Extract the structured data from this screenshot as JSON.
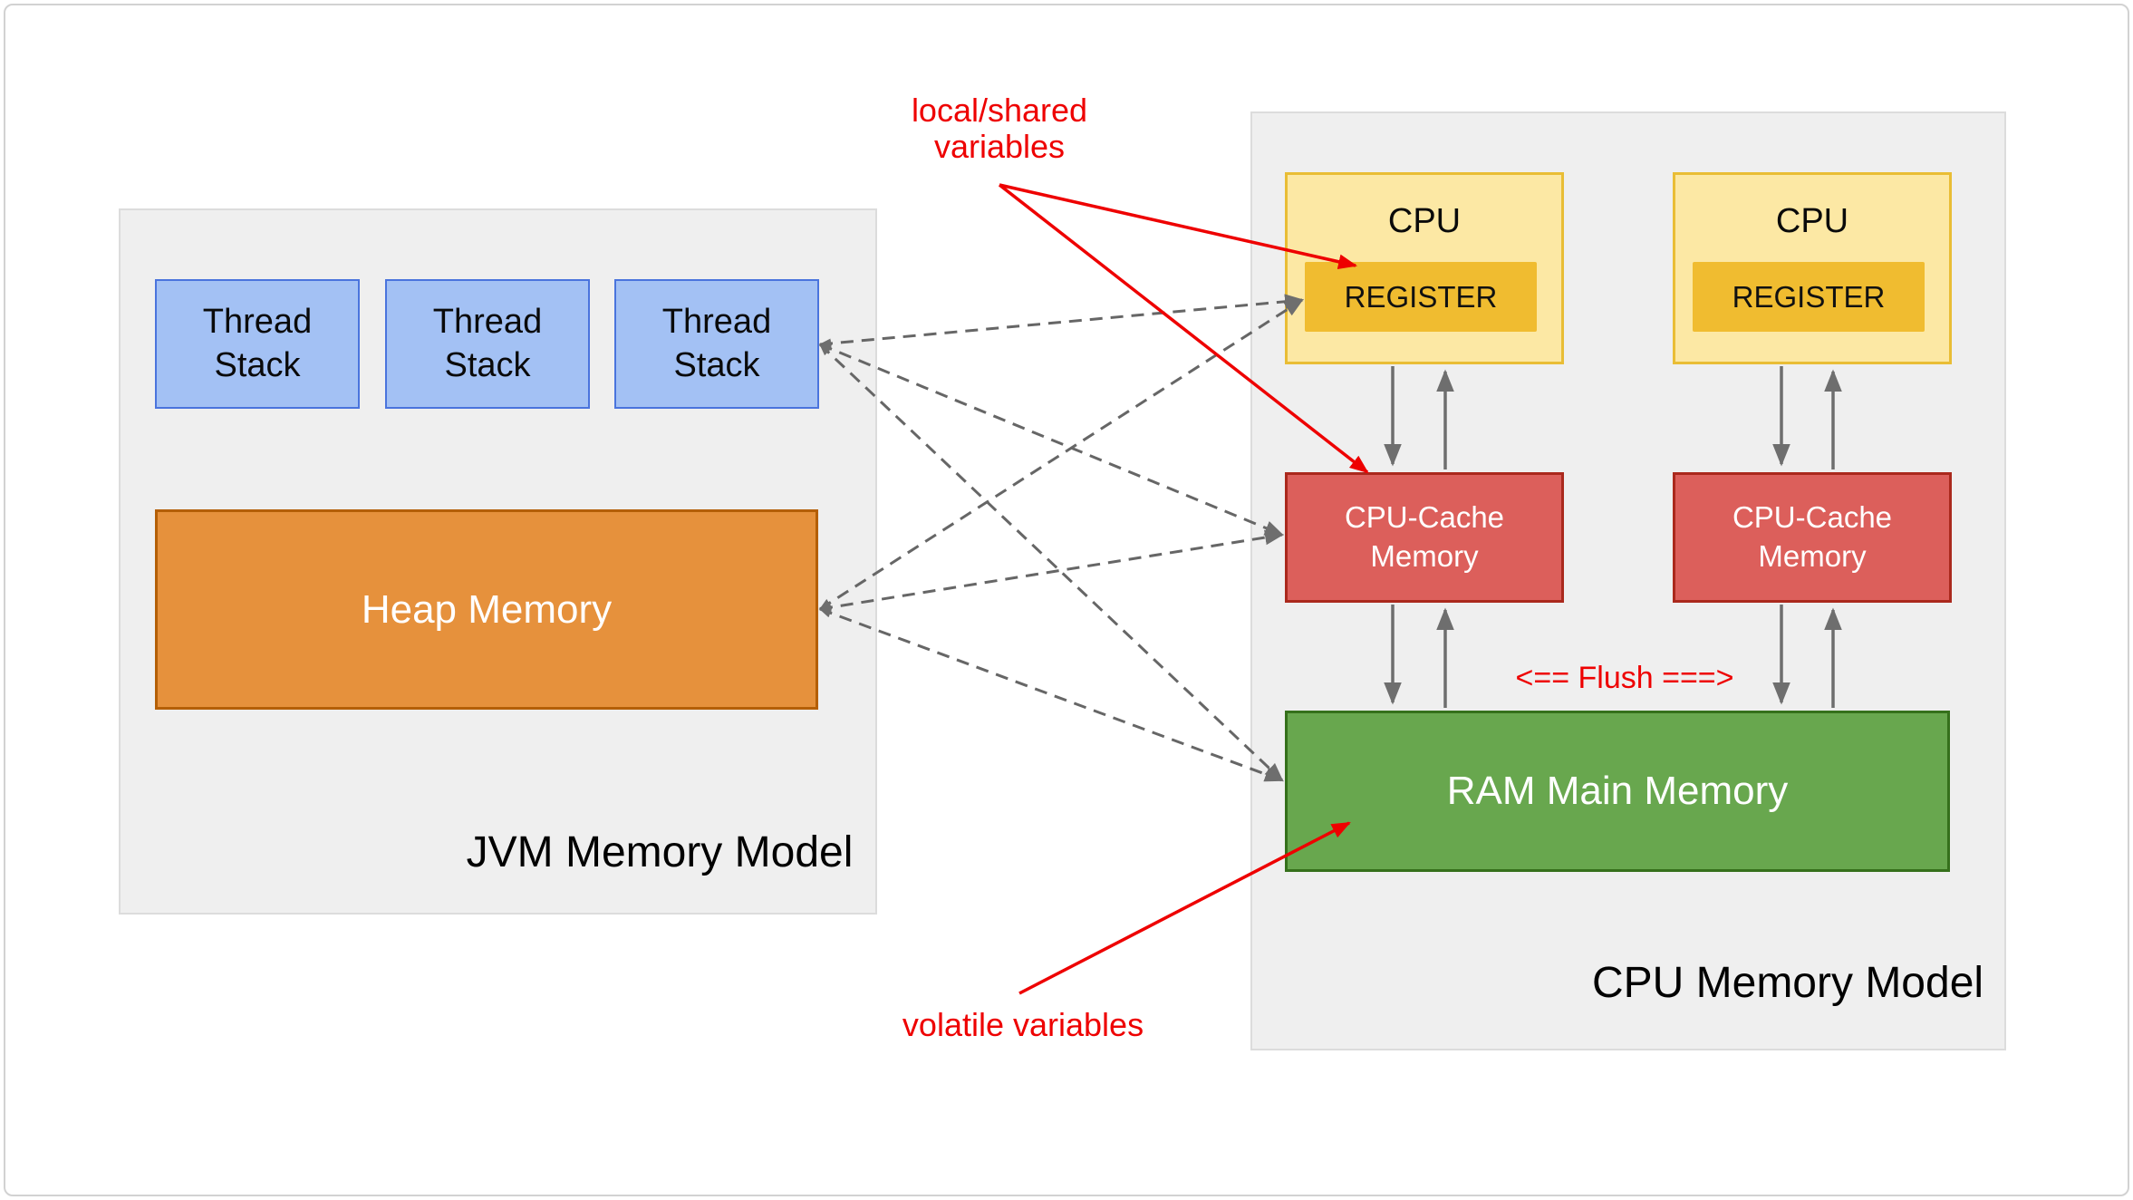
{
  "page": {
    "background": "#ffffff",
    "border_color": "#d2d2d2"
  },
  "jvm_panel": {
    "title": "JVM Memory Model",
    "bg": "#efefef",
    "thread_stacks": [
      {
        "label": "Thread Stack"
      },
      {
        "label": "Thread Stack"
      },
      {
        "label": "Thread Stack"
      }
    ],
    "thread_stack_fill": "#a3c1f4",
    "thread_stack_border": "#4a74dd",
    "heap": {
      "label": "Heap Memory",
      "fill": "#e6913c",
      "border": "#b45f06"
    }
  },
  "cpu_panel": {
    "title": "CPU Memory Model",
    "bg": "#efefef",
    "cpus": [
      {
        "label": "CPU",
        "register_label": "REGISTER"
      },
      {
        "label": "CPU",
        "register_label": "REGISTER"
      }
    ],
    "cpu_fill": "#fce8a4",
    "cpu_border": "#e9bd35",
    "register_fill": "#f0bc30",
    "caches": [
      {
        "label": "CPU-Cache Memory"
      },
      {
        "label": "CPU-Cache Memory"
      }
    ],
    "cache_fill": "#dc5f5b",
    "cache_border": "#aa291d",
    "ram": {
      "label": "RAM Main Memory",
      "fill": "#68a74e",
      "border": "#35701b"
    },
    "flush_label": "<== Flush ===>"
  },
  "annotations": {
    "local_shared_label": "local/shared variables",
    "volatile_label": "volatile variables",
    "red_color": "#ee0000",
    "solid_arrow_color": "#6e6e6e",
    "dashed_arrow_color": "#666666"
  }
}
